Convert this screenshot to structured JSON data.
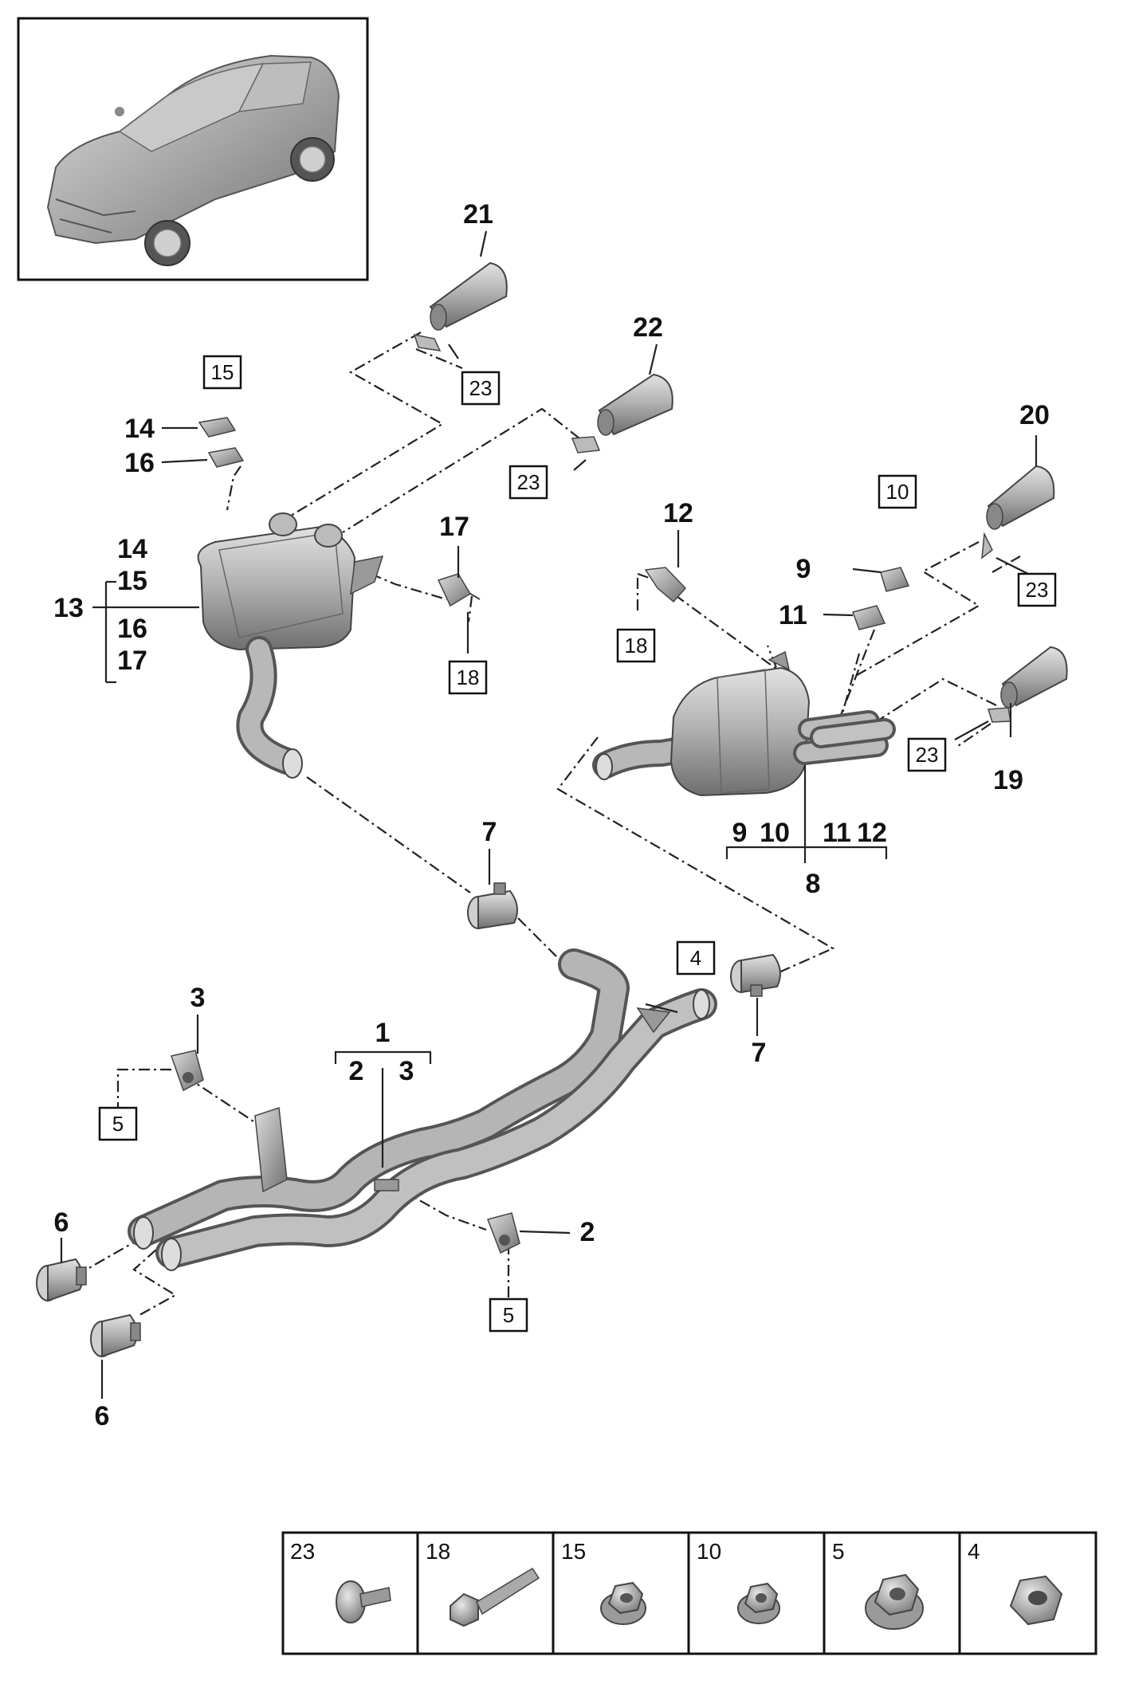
{
  "callouts": {
    "c1": "1",
    "c2a": "2",
    "c2b": "2",
    "c3a": "3",
    "c3b": "3",
    "c6a": "6",
    "c6b": "6",
    "c7a": "7",
    "c7b": "7",
    "c8": "8",
    "c9a": "9",
    "c9b": "9",
    "c10b": "10",
    "c11a": "11",
    "c11b": "11",
    "c12a": "12",
    "c12b": "12",
    "c13": "13",
    "c14a": "14",
    "c14b": "14",
    "c15b": "15",
    "c16a": "16",
    "c16b": "16",
    "c17a": "17",
    "c17b": "17",
    "c19": "19",
    "c20": "20",
    "c21": "21",
    "c22": "22"
  },
  "boxed_callouts": {
    "b4": "4",
    "b5a": "5",
    "b5b": "5",
    "b10": "10",
    "b15": "15",
    "b18a": "18",
    "b18b": "18",
    "b23a": "23",
    "b23b": "23",
    "b23c": "23",
    "b23d": "23"
  },
  "legend": [
    {
      "label": "23",
      "icon": "screw-with-washer-icon"
    },
    {
      "label": "18",
      "icon": "bolt-icon"
    },
    {
      "label": "15",
      "icon": "flange-nut-icon"
    },
    {
      "label": "10",
      "icon": "flange-nut-icon"
    },
    {
      "label": "5",
      "icon": "large-flange-nut-icon"
    },
    {
      "label": "4",
      "icon": "hex-nut-icon"
    }
  ],
  "colors": {
    "metal": "#a9a9a9",
    "metal_dark": "#6e6e6e",
    "metal_light": "#d6d6d6",
    "line": "#111111"
  }
}
